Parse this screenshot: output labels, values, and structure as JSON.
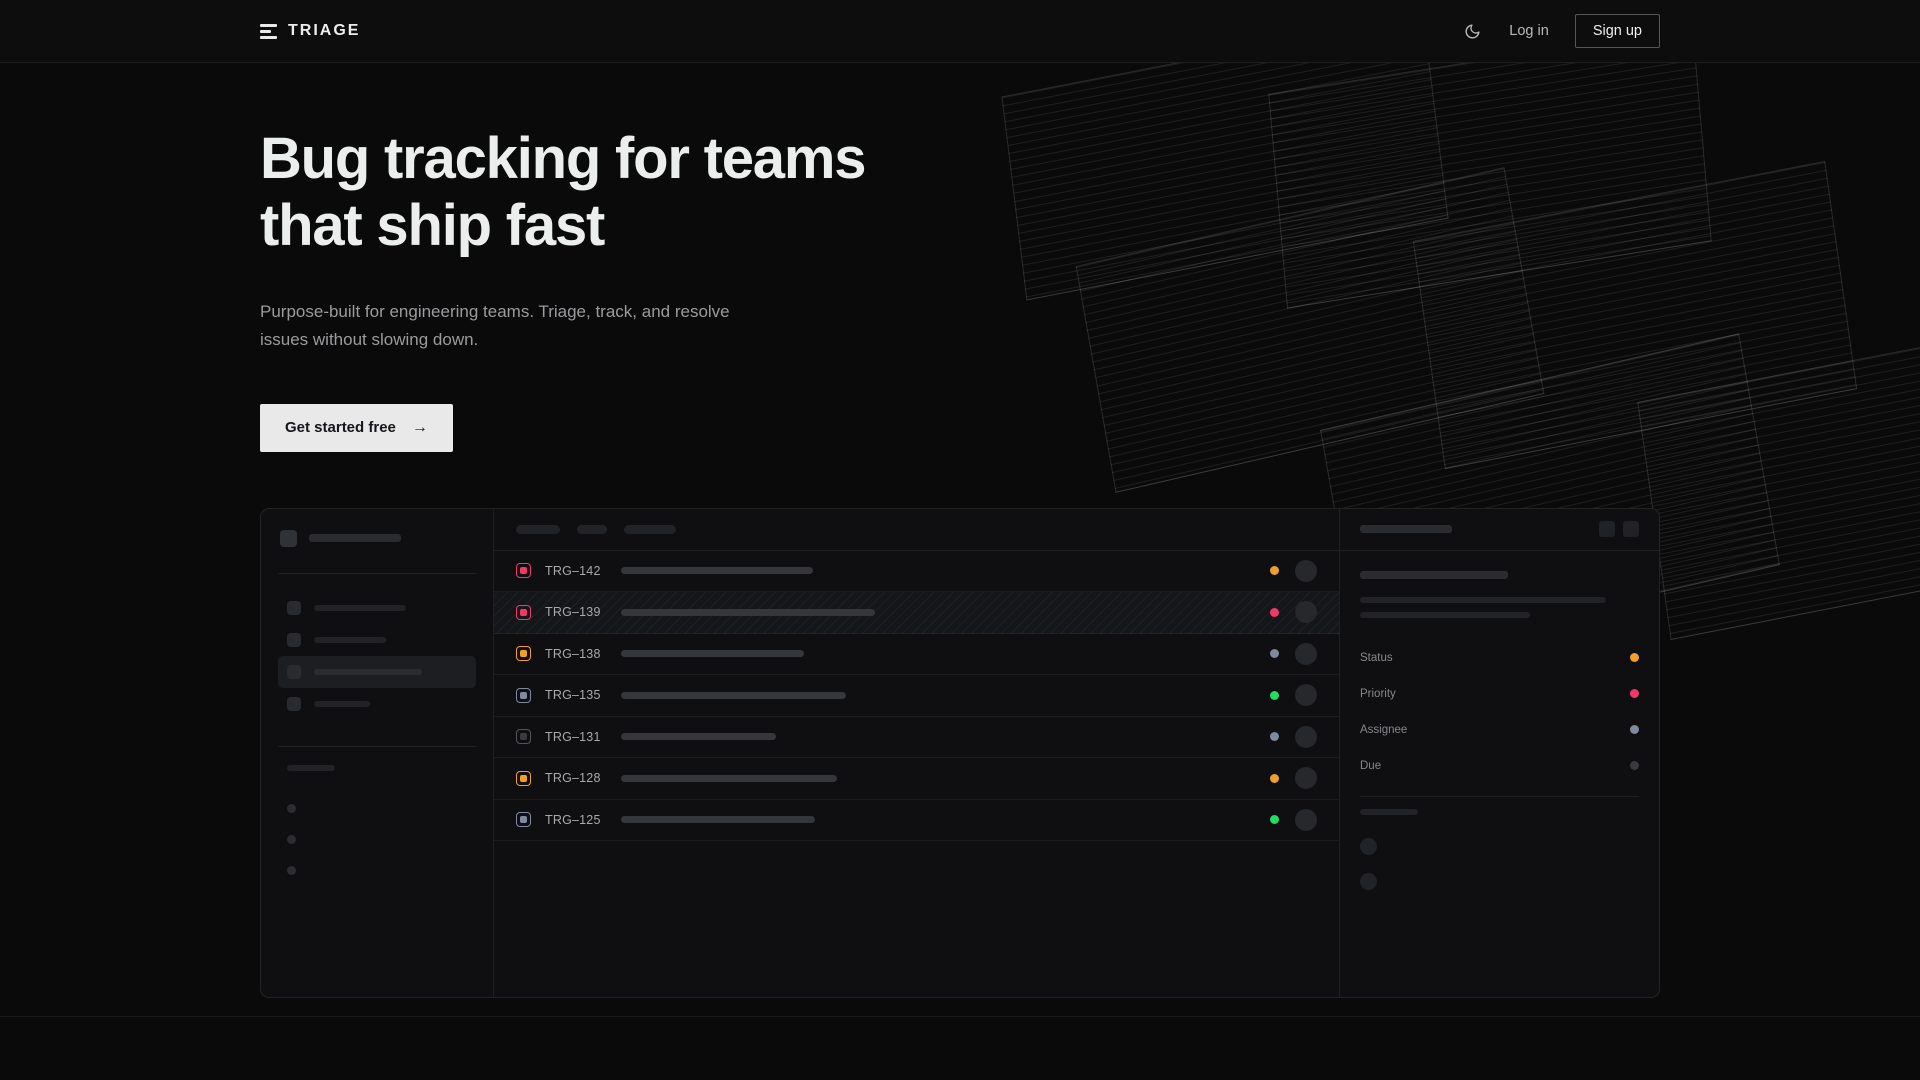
{
  "brand": {
    "name": "TRIAGE",
    "logo_icon": "stacked-bars-icon"
  },
  "nav": {
    "theme_toggle_icon": "moon-icon",
    "login_label": "Log in",
    "signup_label": "Sign up"
  },
  "hero": {
    "heading_line1": "Bug tracking for teams",
    "heading_line2": "that ship fast",
    "subheading": "Purpose-built for engineering teams. Triage, track, and resolve issues without slowing down.",
    "cta_label": "Get started free",
    "cta_arrow": "→"
  },
  "colors": {
    "background": "#0a0a0b",
    "surface": "#0f0f11",
    "accent_amber": "#f0a02a",
    "accent_pink": "#ef3a69",
    "accent_green": "#22dd62",
    "accent_slate": "#7f8a9e",
    "accent_muted": "#3a3b3f",
    "cta_background": "#e9e9ea",
    "text_primary": "#eceded",
    "text_muted": "#9b9b9e"
  },
  "mockup": {
    "sidebar": {
      "workspace_label": "",
      "nav_items": [
        {
          "active": false,
          "width": 92
        },
        {
          "active": false,
          "width": 72
        },
        {
          "active": true,
          "width": 108
        },
        {
          "active": false,
          "width": 56
        }
      ],
      "section_label_width": 48,
      "sub_items": 3
    },
    "toolbar": {
      "pills": [
        44,
        30,
        52
      ]
    },
    "issues": [
      {
        "id": "TRG–142",
        "priority_color": "#ef3a69",
        "priority_border": "#ef3a69",
        "title_width": 192,
        "status_color": "#f0a02a",
        "highlighted": false
      },
      {
        "id": "TRG–139",
        "priority_color": "#ef3a69",
        "priority_border": "#ef3a69",
        "title_width": 254,
        "status_color": "#ef3a69",
        "highlighted": true
      },
      {
        "id": "TRG–138",
        "priority_color": "#f0a02a",
        "priority_border": "#f0a02a",
        "title_width": 183,
        "status_color": "#7f8a9e",
        "highlighted": false
      },
      {
        "id": "TRG–135",
        "priority_color": "#7f8a9e",
        "priority_border": "#7f8a9e",
        "title_width": 225,
        "status_color": "#22dd62",
        "highlighted": false
      },
      {
        "id": "TRG–131",
        "priority_color": "#3a3b3f",
        "priority_border": "#55565a",
        "title_width": 155,
        "status_color": "#7f8a9e",
        "highlighted": false
      },
      {
        "id": "TRG–128",
        "priority_color": "#f0a02a",
        "priority_border": "#f0a02a",
        "title_width": 216,
        "status_color": "#f0a02a",
        "highlighted": false
      },
      {
        "id": "TRG–125",
        "priority_color": "#7f8a9e",
        "priority_border": "#7f8a9e",
        "title_width": 194,
        "status_color": "#22dd62",
        "highlighted": false
      }
    ],
    "detail": {
      "header_bar_width": 92,
      "action_buttons": 2,
      "title_bar_width": 148,
      "desc_bars": [
        246,
        170
      ],
      "meta": [
        {
          "label": "Status",
          "dot_color": "#f0a02a"
        },
        {
          "label": "Priority",
          "dot_color": "#ef3a69"
        },
        {
          "label": "Assignee",
          "dot_color": "#7f8a9e"
        },
        {
          "label": "Due",
          "dot_color": "#3a3b3f"
        }
      ],
      "activity_label_width": 58,
      "activity_items": 2
    }
  }
}
